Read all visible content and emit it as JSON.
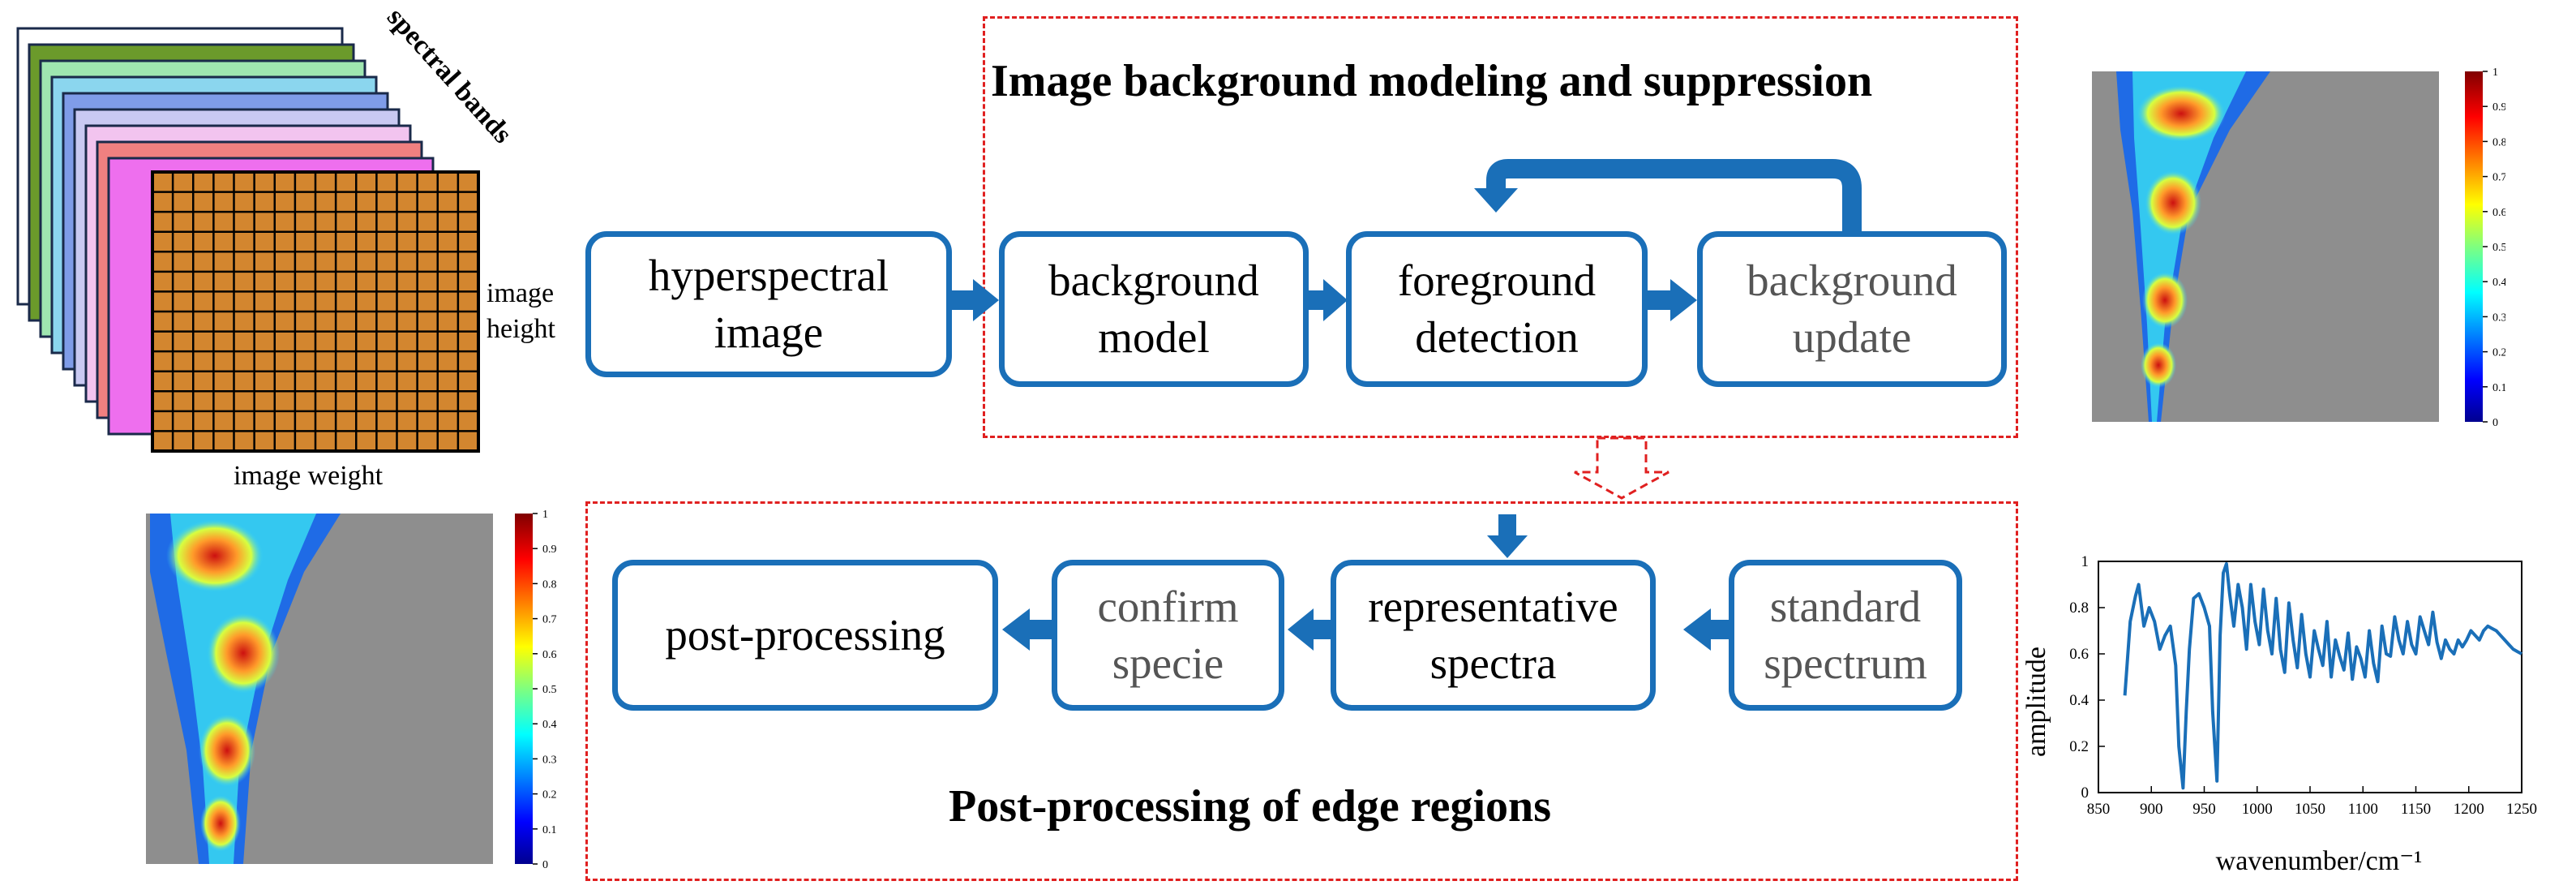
{
  "colors": {
    "box_border": "#1a6fb8",
    "arrow": "#1a6fb8",
    "dashed_frame": "#e02020",
    "grid_cell": "#d3862f",
    "band_colors": [
      "#ffffff",
      "#6b9a2b",
      "#9fe6b0",
      "#8bd6ee",
      "#7f9ce8",
      "#c9c9f2",
      "#f2c4ef",
      "#f08080",
      "#ee6fee"
    ]
  },
  "cube": {
    "bands_label": "spectral bands",
    "height_label": "image\nheight",
    "width_label": "image weight"
  },
  "top": {
    "title": "Image background modeling and suppression",
    "input_box": "hyperspectral\nimage",
    "boxes": [
      "background\nmodel",
      "foreground\ndetection",
      "background\nupdate"
    ]
  },
  "bottom": {
    "title": "Post-processing of edge regions",
    "boxes": [
      "post-processing",
      "confirm\nspecie",
      "representative\nspectra",
      "standard\nspectrum"
    ]
  },
  "heatmaps": {
    "colorbar_ticks": [
      "1",
      "0.9",
      "0.8",
      "0.7",
      "0.6",
      "0.5",
      "0.4",
      "0.3",
      "0.2",
      "0.1",
      "0"
    ]
  },
  "chart_data": {
    "type": "line",
    "xlabel": "wavenumber/cm⁻¹",
    "ylabel": "amplitude",
    "xlim": [
      850,
      1250
    ],
    "ylim": [
      0,
      1
    ],
    "xticks": [
      850,
      900,
      950,
      1000,
      1050,
      1100,
      1150,
      1200,
      1250
    ],
    "yticks": [
      0,
      0.2,
      0.4,
      0.6,
      0.8,
      1
    ],
    "series": [
      {
        "color": "#1a6fb8",
        "x": [
          875,
          880,
          885,
          888,
          893,
          898,
          903,
          908,
          913,
          918,
          923,
          926,
          930,
          933,
          936,
          940,
          945,
          950,
          955,
          958,
          962,
          965,
          968,
          971,
          974,
          978,
          982,
          986,
          990,
          994,
          998,
          1002,
          1006,
          1010,
          1014,
          1018,
          1022,
          1026,
          1030,
          1034,
          1038,
          1042,
          1046,
          1050,
          1054,
          1058,
          1062,
          1066,
          1070,
          1074,
          1078,
          1082,
          1086,
          1090,
          1094,
          1098,
          1102,
          1106,
          1110,
          1114,
          1118,
          1122,
          1126,
          1130,
          1134,
          1138,
          1142,
          1146,
          1150,
          1154,
          1158,
          1162,
          1166,
          1170,
          1174,
          1178,
          1182,
          1186,
          1190,
          1194,
          1198,
          1202,
          1206,
          1210,
          1214,
          1218,
          1222,
          1226,
          1230,
          1234,
          1238,
          1242,
          1246,
          1250
        ],
        "y": [
          0.42,
          0.74,
          0.85,
          0.9,
          0.72,
          0.8,
          0.74,
          0.62,
          0.68,
          0.72,
          0.55,
          0.2,
          0.02,
          0.35,
          0.62,
          0.84,
          0.86,
          0.8,
          0.72,
          0.35,
          0.05,
          0.68,
          0.95,
          0.99,
          0.86,
          0.72,
          0.9,
          0.8,
          0.62,
          0.9,
          0.74,
          0.64,
          0.88,
          0.7,
          0.6,
          0.84,
          0.62,
          0.52,
          0.82,
          0.66,
          0.54,
          0.77,
          0.6,
          0.5,
          0.7,
          0.62,
          0.55,
          0.74,
          0.5,
          0.66,
          0.59,
          0.53,
          0.69,
          0.49,
          0.63,
          0.58,
          0.5,
          0.7,
          0.56,
          0.48,
          0.72,
          0.6,
          0.59,
          0.76,
          0.66,
          0.6,
          0.74,
          0.64,
          0.6,
          0.76,
          0.7,
          0.64,
          0.78,
          0.65,
          0.58,
          0.66,
          0.62,
          0.6,
          0.66,
          0.63,
          0.66,
          0.7,
          0.68,
          0.66,
          0.7,
          0.72,
          0.71,
          0.7,
          0.68,
          0.66,
          0.64,
          0.62,
          0.61,
          0.6
        ]
      }
    ]
  }
}
